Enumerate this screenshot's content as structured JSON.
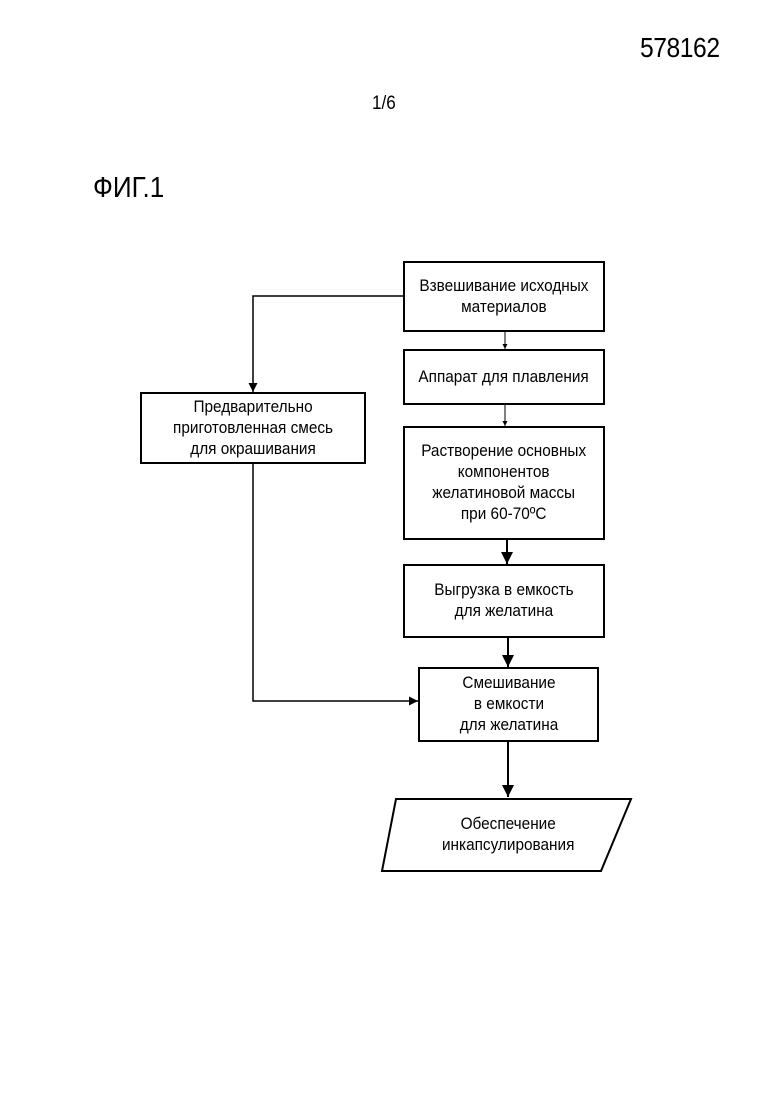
{
  "header": {
    "document_number": "578162",
    "page_counter": "1/6",
    "figure_label": "ФИГ.1"
  },
  "flowchart": {
    "weighing": "Взвешивание исходных\nматериалов",
    "melting_apparatus": "Аппарат для плавления",
    "dissolution": "Растворение основных\nкомпонентов\nжелатиновой массы\nпри 60-70ºС",
    "unloading": "Выгрузка в емкость\nдля желатина",
    "premix": "Предварительно\nприготовленная смесь\nдля окрашивания",
    "mixing": "Смешивание\nв емкости\nдля желатина",
    "encapsulation": "Обеспечение\nинкапсулирования"
  }
}
